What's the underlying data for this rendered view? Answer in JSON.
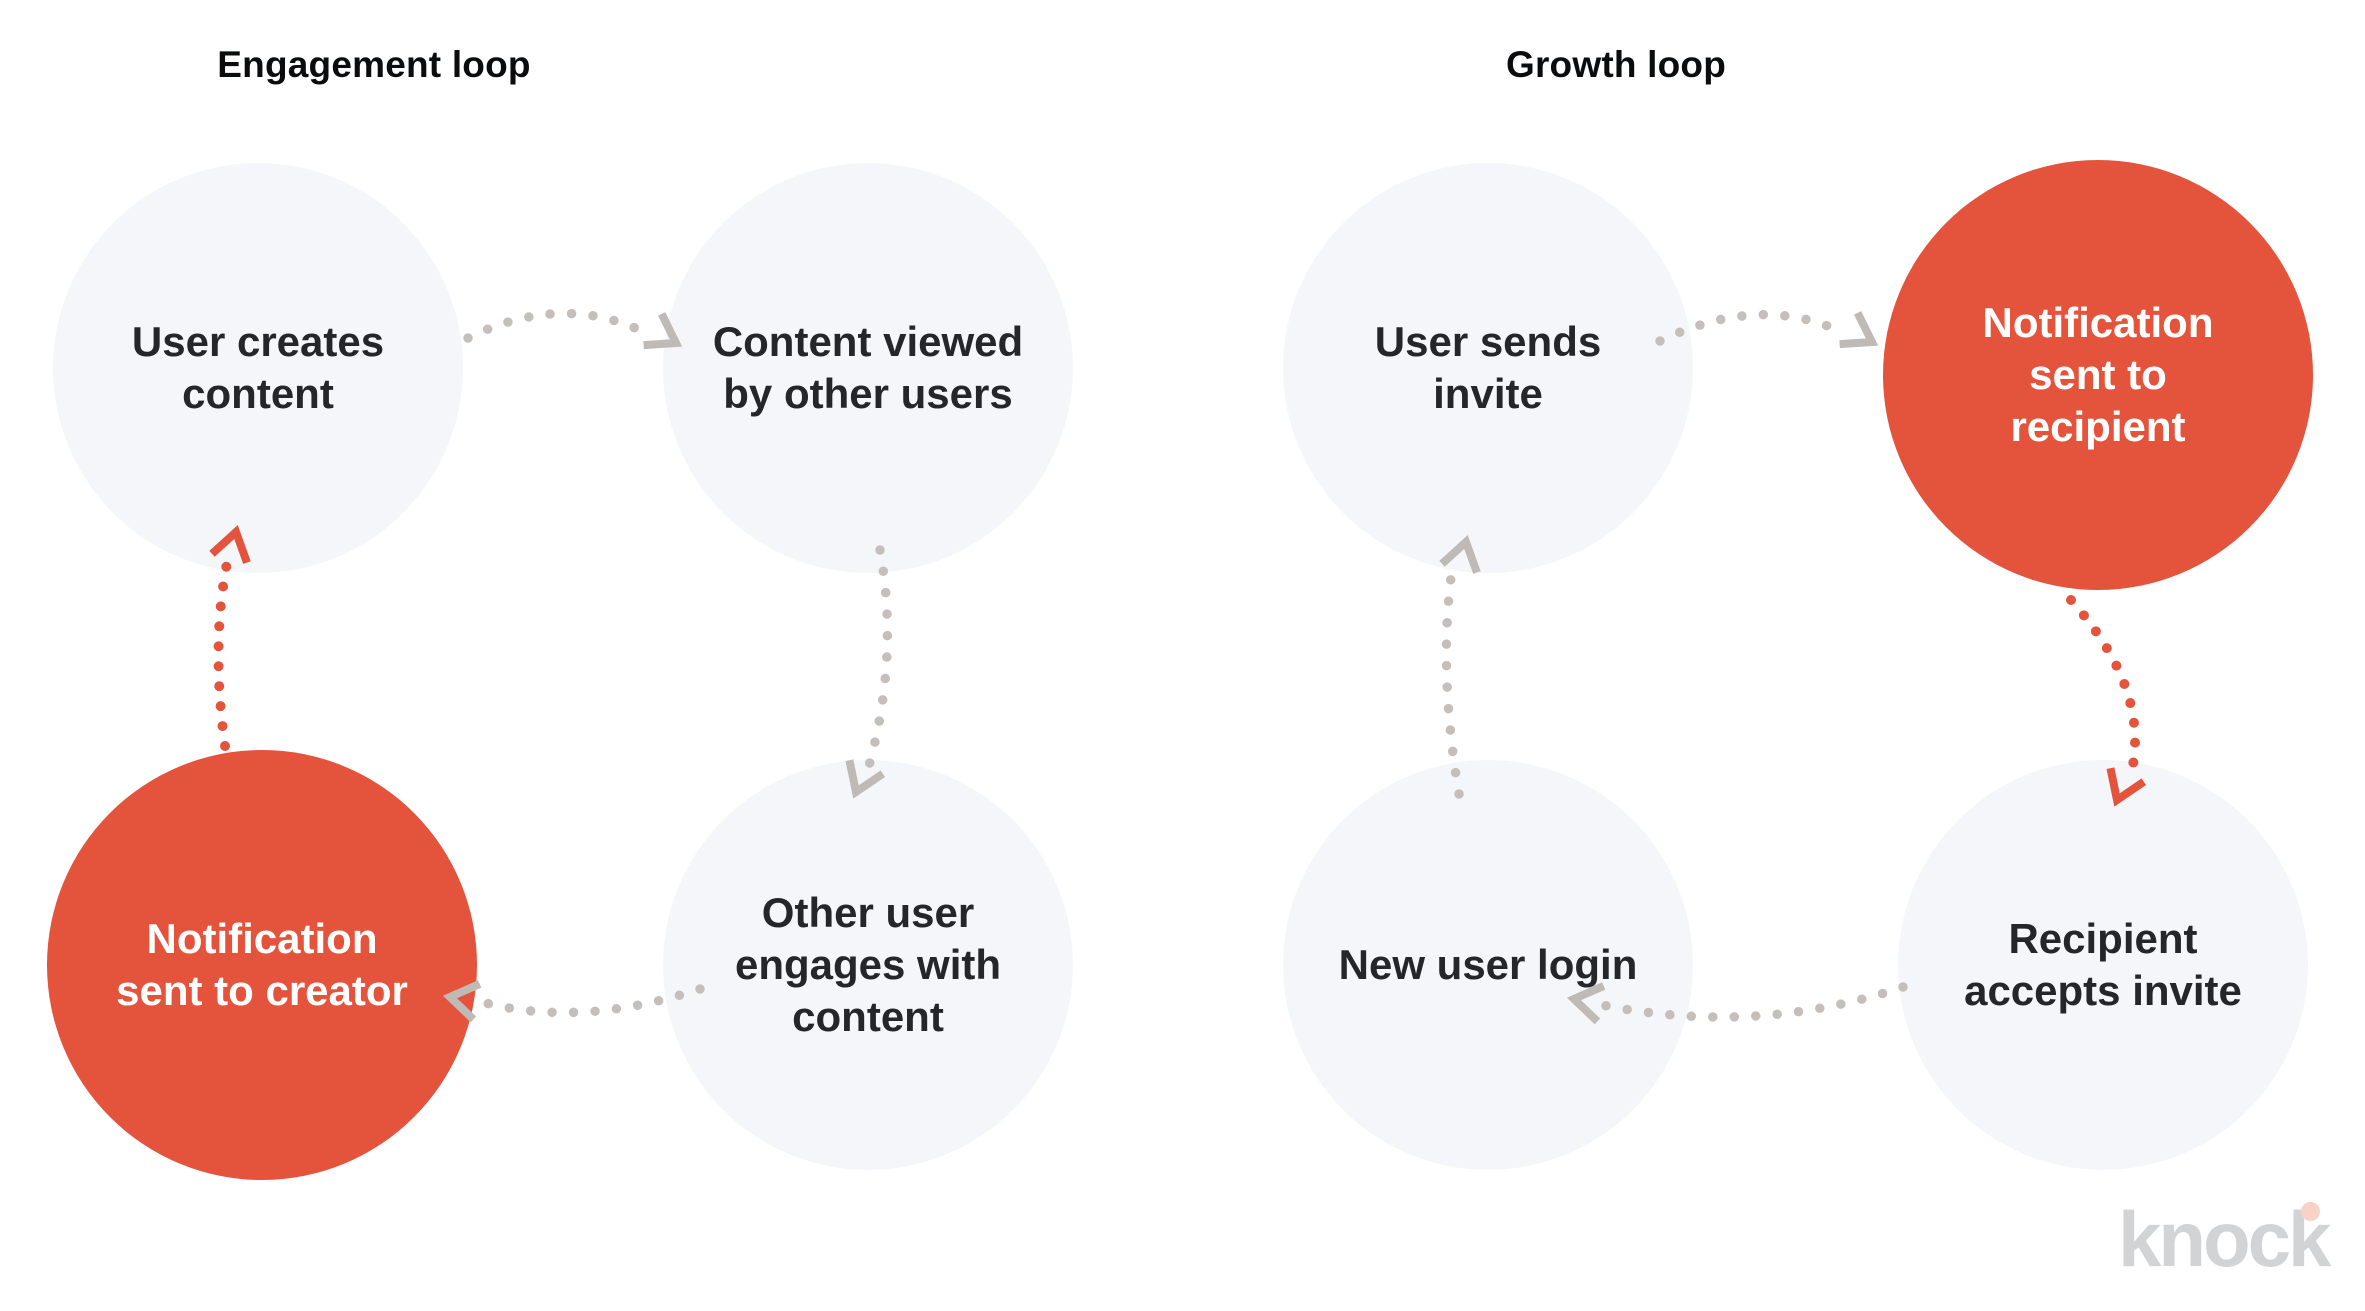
{
  "colors": {
    "accent_red": "#E4533C",
    "circle_gray": "#F4F6F9",
    "arrow_gray": "#C4BFBB",
    "text_dark": "#24262A",
    "title_color": "#0B0C0E",
    "logo_gray": "#D2D3D5",
    "logo_dot_pink": "#F8D1C7"
  },
  "loops": [
    {
      "title": "Engagement loop",
      "nodes": [
        {
          "label": "User creates\ncontent",
          "variant": "gray"
        },
        {
          "label": "Content viewed\nby other users",
          "variant": "gray"
        },
        {
          "label": "Notification\nsent to creator",
          "variant": "red"
        },
        {
          "label": "Other user\nengages with\ncontent",
          "variant": "gray"
        }
      ]
    },
    {
      "title": "Growth loop",
      "nodes": [
        {
          "label": "User sends\ninvite",
          "variant": "gray"
        },
        {
          "label": "Notification\nsent to\nrecipient",
          "variant": "red"
        },
        {
          "label": "New user login",
          "variant": "gray"
        },
        {
          "label": "Recipient\naccepts invite",
          "variant": "gray"
        }
      ]
    }
  ],
  "logo": {
    "text": "knock"
  }
}
